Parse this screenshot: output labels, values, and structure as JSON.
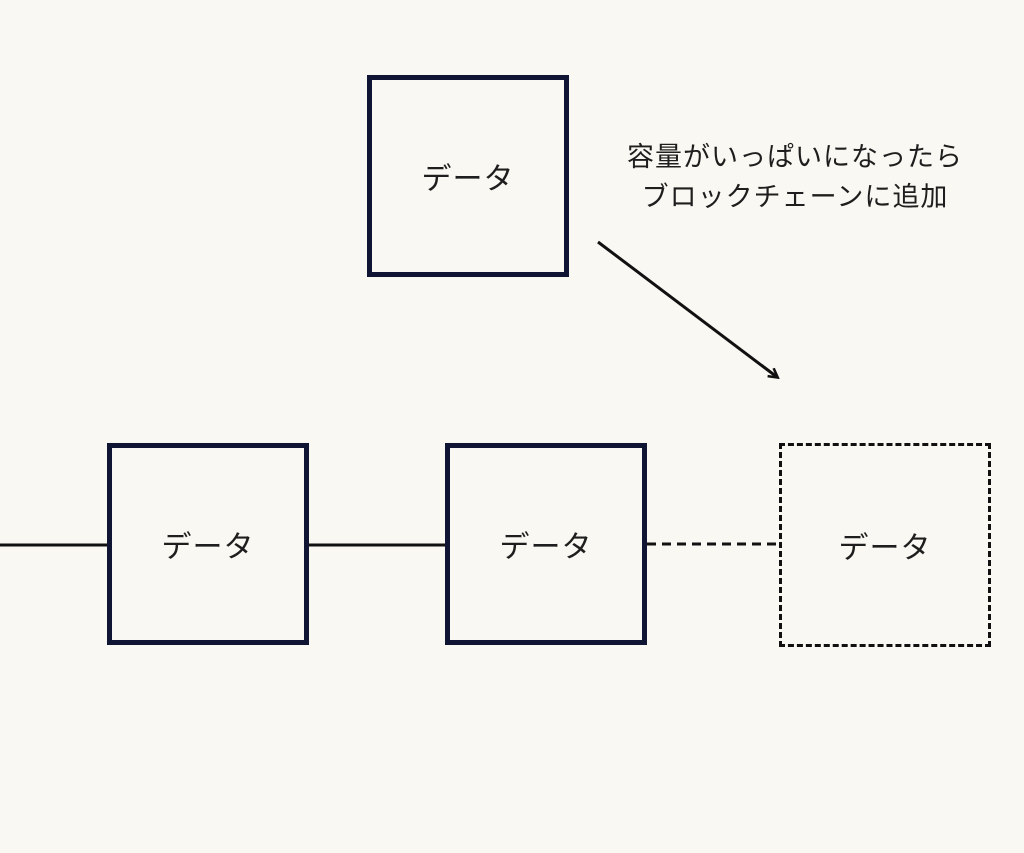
{
  "blocks": {
    "new_block_label": "データ",
    "chain": [
      {
        "label": "データ"
      },
      {
        "label": "データ"
      },
      {
        "label": "データ"
      }
    ]
  },
  "annotation": {
    "line1": "容量がいっぱいになったら",
    "line2": "ブロックチェーンに追加"
  },
  "colors": {
    "background": "#f9f8f2",
    "box_border": "#0f1533",
    "line": "#111111"
  }
}
